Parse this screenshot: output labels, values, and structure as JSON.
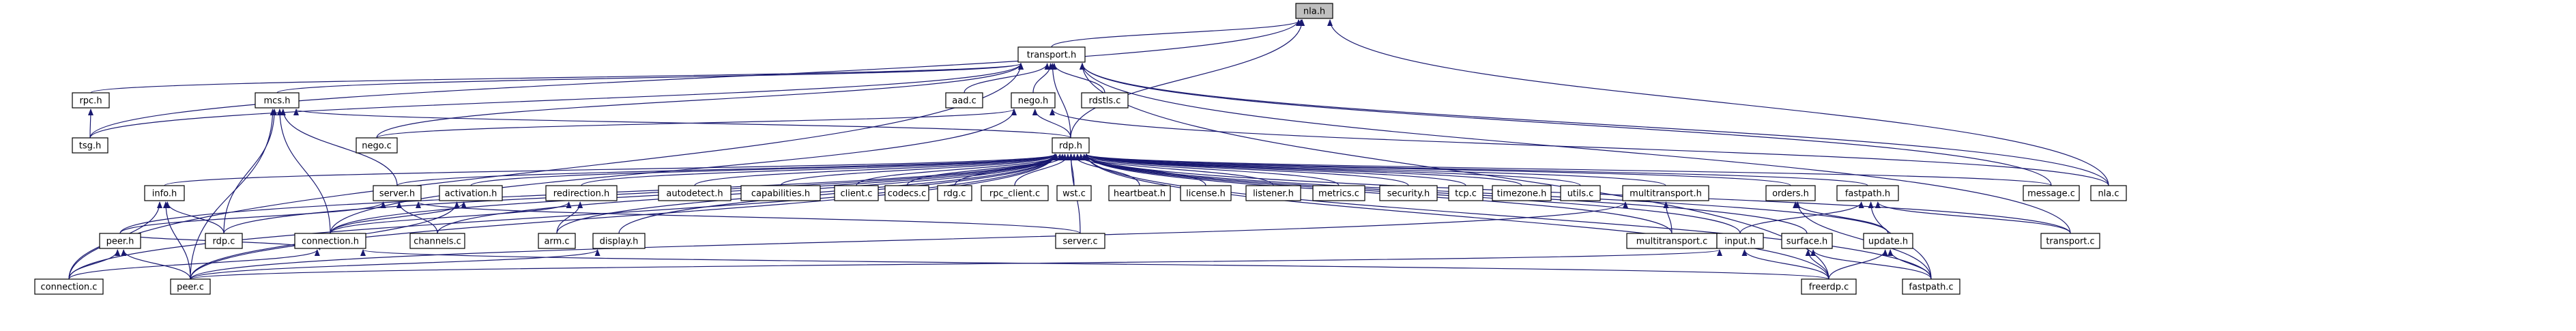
{
  "graph": {
    "colors": {
      "edge": "#191970",
      "root_fill": "#bfbfbf",
      "node_fill": "#ffffff",
      "link_text": "#000000",
      "red_text": "#ff0000"
    },
    "nodes": [
      {
        "id": "nla_h",
        "label": "nla.h",
        "style": "root"
      },
      {
        "id": "transport_h",
        "label": "transport.h",
        "style": "red"
      },
      {
        "id": "rpc_h",
        "label": "rpc.h",
        "style": "red"
      },
      {
        "id": "mcs_h",
        "label": "mcs.h",
        "style": "red"
      },
      {
        "id": "aad_c",
        "label": "aad.c",
        "style": "black"
      },
      {
        "id": "nego_h",
        "label": "nego.h",
        "style": "red"
      },
      {
        "id": "rdstls_c",
        "label": "rdstls.c",
        "style": "black"
      },
      {
        "id": "tsg_h",
        "label": "tsg.h",
        "style": "red"
      },
      {
        "id": "nego_c",
        "label": "nego.c",
        "style": "black"
      },
      {
        "id": "rdp_h",
        "label": "rdp.h",
        "style": "black"
      },
      {
        "id": "info_h",
        "label": "info.h",
        "style": "red"
      },
      {
        "id": "server_h",
        "label": "server.h",
        "style": "black"
      },
      {
        "id": "activation_h",
        "label": "activation.h",
        "style": "red"
      },
      {
        "id": "redirection_h",
        "label": "redirection.h",
        "style": "red"
      },
      {
        "id": "autodetect_h",
        "label": "autodetect.h",
        "style": "red"
      },
      {
        "id": "capabilities_h",
        "label": "capabilities.h",
        "style": "red"
      },
      {
        "id": "client_c",
        "label": "client.c",
        "style": "black"
      },
      {
        "id": "codecs_c",
        "label": "codecs.c",
        "style": "black"
      },
      {
        "id": "rdg_c",
        "label": "rdg.c",
        "style": "black"
      },
      {
        "id": "rpc_client_c",
        "label": "rpc_client.c",
        "style": "black"
      },
      {
        "id": "wst_c",
        "label": "wst.c",
        "style": "black"
      },
      {
        "id": "heartbeat_h",
        "label": "heartbeat.h",
        "style": "red"
      },
      {
        "id": "license_h",
        "label": "license.h",
        "style": "red"
      },
      {
        "id": "listener_h",
        "label": "listener.h",
        "style": "red"
      },
      {
        "id": "metrics_c",
        "label": "metrics.c",
        "style": "black"
      },
      {
        "id": "security_h",
        "label": "security.h",
        "style": "red"
      },
      {
        "id": "tcp_c",
        "label": "tcp.c",
        "style": "black"
      },
      {
        "id": "timezone_h",
        "label": "timezone.h",
        "style": "red"
      },
      {
        "id": "utils_c",
        "label": "utils.c",
        "style": "black"
      },
      {
        "id": "multitransport_h",
        "label": "multitransport.h",
        "style": "red"
      },
      {
        "id": "orders_h",
        "label": "orders.h",
        "style": "red"
      },
      {
        "id": "fastpath_h",
        "label": "fastpath.h",
        "style": "red"
      },
      {
        "id": "message_c",
        "label": "message.c",
        "style": "black"
      },
      {
        "id": "nla_c",
        "label": "nla.c",
        "style": "black"
      },
      {
        "id": "peer_h",
        "label": "peer.h",
        "style": "black"
      },
      {
        "id": "rdp_c",
        "label": "rdp.c",
        "style": "black"
      },
      {
        "id": "connection_h",
        "label": "connection.h",
        "style": "red"
      },
      {
        "id": "channels_c",
        "label": "channels.c",
        "style": "black"
      },
      {
        "id": "arm_c",
        "label": "arm.c",
        "style": "black"
      },
      {
        "id": "display_h",
        "label": "display.h",
        "style": "red"
      },
      {
        "id": "server_c",
        "label": "server.c",
        "style": "black"
      },
      {
        "id": "multitransport_c",
        "label": "multitransport.c",
        "style": "black"
      },
      {
        "id": "input_h",
        "label": "input.h",
        "style": "red"
      },
      {
        "id": "surface_h",
        "label": "surface.h",
        "style": "red"
      },
      {
        "id": "update_h",
        "label": "update.h",
        "style": "red"
      },
      {
        "id": "transport_c",
        "label": "transport.c",
        "style": "black"
      },
      {
        "id": "connection_c",
        "label": "connection.c",
        "style": "black"
      },
      {
        "id": "peer_c",
        "label": "peer.c",
        "style": "black"
      },
      {
        "id": "freerdp_c",
        "label": "freerdp.c",
        "style": "black"
      },
      {
        "id": "fastpath_c",
        "label": "fastpath.c",
        "style": "black"
      }
    ],
    "edges": [
      [
        "transport_h",
        "nla_h"
      ],
      [
        "rdp_h",
        "nla_h"
      ],
      [
        "nla_c",
        "nla_h"
      ],
      [
        "tsg_h",
        "nla_h"
      ],
      [
        "rpc_h",
        "transport_h"
      ],
      [
        "mcs_h",
        "transport_h"
      ],
      [
        "aad_c",
        "transport_h"
      ],
      [
        "nego_h",
        "transport_h"
      ],
      [
        "rdstls_c",
        "transport_h"
      ],
      [
        "tsg_h",
        "transport_h"
      ],
      [
        "nego_c",
        "transport_h"
      ],
      [
        "rdp_h",
        "transport_h"
      ],
      [
        "message_c",
        "transport_h"
      ],
      [
        "nla_c",
        "transport_h"
      ],
      [
        "transport_c",
        "transport_h"
      ],
      [
        "freerdp_c",
        "transport_h"
      ],
      [
        "connection_c",
        "transport_h"
      ],
      [
        "tsg_h",
        "rpc_h"
      ],
      [
        "nego_c",
        "nego_h"
      ],
      [
        "rdp_h",
        "nego_h"
      ],
      [
        "connection_h",
        "nego_h"
      ],
      [
        "nla_c",
        "nego_h"
      ],
      [
        "rdp_h",
        "mcs_h"
      ],
      [
        "rdp_c",
        "mcs_h"
      ],
      [
        "connection_h",
        "mcs_h"
      ],
      [
        "server_h",
        "mcs_h"
      ],
      [
        "peer_c",
        "mcs_h"
      ],
      [
        "info_h",
        "rdp_h"
      ],
      [
        "server_h",
        "rdp_h"
      ],
      [
        "activation_h",
        "rdp_h"
      ],
      [
        "redirection_h",
        "rdp_h"
      ],
      [
        "autodetect_h",
        "rdp_h"
      ],
      [
        "capabilities_h",
        "rdp_h"
      ],
      [
        "client_c",
        "rdp_h"
      ],
      [
        "codecs_c",
        "rdp_h"
      ],
      [
        "rdg_c",
        "rdp_h"
      ],
      [
        "rpc_client_c",
        "rdp_h"
      ],
      [
        "wst_c",
        "rdp_h"
      ],
      [
        "heartbeat_h",
        "rdp_h"
      ],
      [
        "license_h",
        "rdp_h"
      ],
      [
        "listener_h",
        "rdp_h"
      ],
      [
        "metrics_c",
        "rdp_h"
      ],
      [
        "security_h",
        "rdp_h"
      ],
      [
        "tcp_c",
        "rdp_h"
      ],
      [
        "timezone_h",
        "rdp_h"
      ],
      [
        "utils_c",
        "rdp_h"
      ],
      [
        "multitransport_h",
        "rdp_h"
      ],
      [
        "orders_h",
        "rdp_h"
      ],
      [
        "fastpath_h",
        "rdp_h"
      ],
      [
        "message_c",
        "rdp_h"
      ],
      [
        "peer_h",
        "rdp_h"
      ],
      [
        "rdp_c",
        "rdp_h"
      ],
      [
        "connection_h",
        "rdp_h"
      ],
      [
        "channels_c",
        "rdp_h"
      ],
      [
        "arm_c",
        "rdp_h"
      ],
      [
        "display_h",
        "rdp_h"
      ],
      [
        "server_c",
        "rdp_h"
      ],
      [
        "multitransport_c",
        "rdp_h"
      ],
      [
        "input_h",
        "rdp_h"
      ],
      [
        "surface_h",
        "rdp_h"
      ],
      [
        "update_h",
        "rdp_h"
      ],
      [
        "transport_c",
        "rdp_h"
      ],
      [
        "connection_c",
        "rdp_h"
      ],
      [
        "peer_c",
        "rdp_h"
      ],
      [
        "freerdp_c",
        "rdp_h"
      ],
      [
        "fastpath_c",
        "rdp_h"
      ],
      [
        "rdp_c",
        "info_h"
      ],
      [
        "peer_c",
        "info_h"
      ],
      [
        "connection_c",
        "info_h"
      ],
      [
        "channels_c",
        "server_h"
      ],
      [
        "server_c",
        "server_h"
      ],
      [
        "peer_h",
        "server_h"
      ],
      [
        "connection_h",
        "activation_h"
      ],
      [
        "peer_c",
        "activation_h"
      ],
      [
        "arm_c",
        "redirection_h"
      ],
      [
        "connection_h",
        "redirection_h"
      ],
      [
        "peer_h",
        "connection_h"
      ],
      [
        "connection_c",
        "connection_h"
      ],
      [
        "freerdp_c",
        "connection_h"
      ],
      [
        "connection_c",
        "peer_h"
      ],
      [
        "peer_c",
        "peer_h"
      ],
      [
        "peer_c",
        "display_h"
      ],
      [
        "multitransport_c",
        "multitransport_h"
      ],
      [
        "peer_c",
        "multitransport_h"
      ],
      [
        "peer_c",
        "input_h"
      ],
      [
        "freerdp_c",
        "input_h"
      ],
      [
        "input_h",
        "fastpath_h"
      ],
      [
        "fastpath_c",
        "fastpath_h"
      ],
      [
        "transport_c",
        "fastpath_h"
      ],
      [
        "update_h",
        "orders_h"
      ],
      [
        "fastpath_c",
        "orders_h"
      ],
      [
        "freerdp_c",
        "surface_h"
      ],
      [
        "fastpath_c",
        "surface_h"
      ],
      [
        "freerdp_c",
        "update_h"
      ],
      [
        "fastpath_c",
        "update_h"
      ]
    ]
  }
}
